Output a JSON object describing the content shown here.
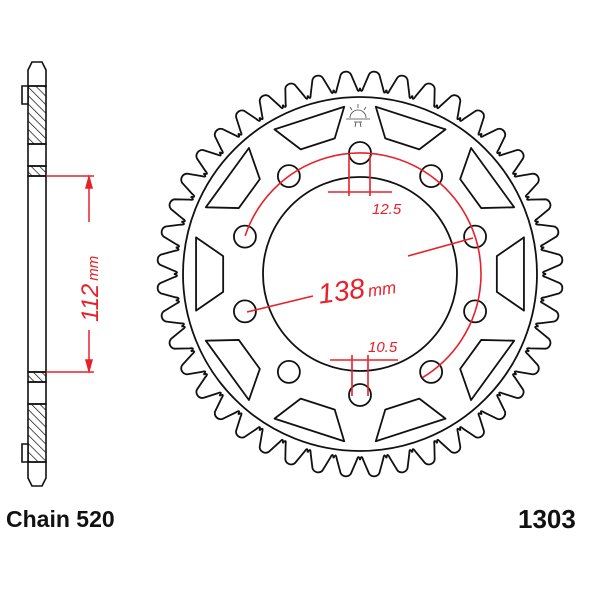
{
  "labels": {
    "chain": "Chain 520",
    "part_number": "1303"
  },
  "dimensions": {
    "bolt_circle": "138",
    "bolt_circle_unit": "mm",
    "center_bore": "112",
    "center_bore_unit": "mm",
    "bolt_hole": "12.5",
    "slot_width": "10.5"
  },
  "colors": {
    "line": "#111111",
    "dimension": "#e8202a"
  }
}
